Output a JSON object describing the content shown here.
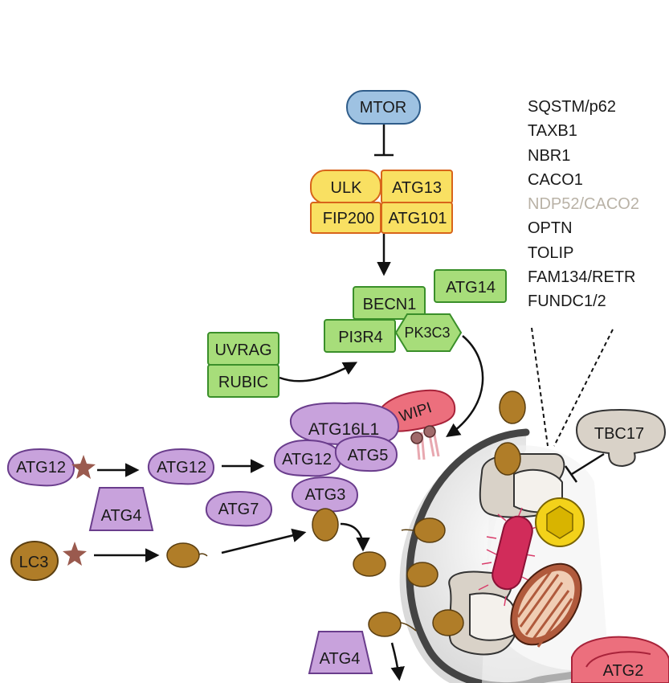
{
  "labels": {
    "mtor": "MTOR",
    "ulk": "ULK",
    "atg13": "ATG13",
    "fip200": "FIP200",
    "atg101": "ATG101",
    "becn1": "BECN1",
    "atg14": "ATG14",
    "pi3r4": "PI3R4",
    "pk3c3": "PK3C3",
    "uvrag": "UVRAG",
    "rubic": "RUBIC",
    "wipi": "WIPI",
    "atg16l1": "ATG16L1",
    "atg12_complex": "ATG12",
    "atg5": "ATG5",
    "atg12_star": "ATG12",
    "atg12_free": "ATG12",
    "atg4_top": "ATG4",
    "atg7": "ATG7",
    "atg3": "ATG3",
    "lc3": "LC3",
    "tbc17": "TBC17",
    "atg4_bottom": "ATG4",
    "atg2": "ATG2"
  },
  "receptors": [
    {
      "text": "SQSTM/p62",
      "muted": false
    },
    {
      "text": "TAXB1",
      "muted": false
    },
    {
      "text": "NBR1",
      "muted": false
    },
    {
      "text": "CACO1",
      "muted": false
    },
    {
      "text": "NDP52/CACO2",
      "muted": true
    },
    {
      "text": "OPTN",
      "muted": false
    },
    {
      "text": "TOLIP",
      "muted": false
    },
    {
      "text": "FAM134/RETR",
      "muted": false
    },
    {
      "text": "FUNDC1/2",
      "muted": false
    }
  ],
  "colors": {
    "mtor_fill": "#9ec2e2",
    "ulk_fill": "#f9e062",
    "ulk_stroke": "#d8641a",
    "green_fill": "#a7dd7a",
    "green_stroke": "#3a8f2a",
    "purple_fill": "#c8a2dc",
    "purple_stroke": "#6a3d8c",
    "lc3_fill": "#b07d28",
    "star_fill": "#9a5a4e",
    "wipi_fill": "#ec6f7d",
    "tbc17_fill": "#d9d2c8",
    "muted_text": "#b9b2a6"
  }
}
